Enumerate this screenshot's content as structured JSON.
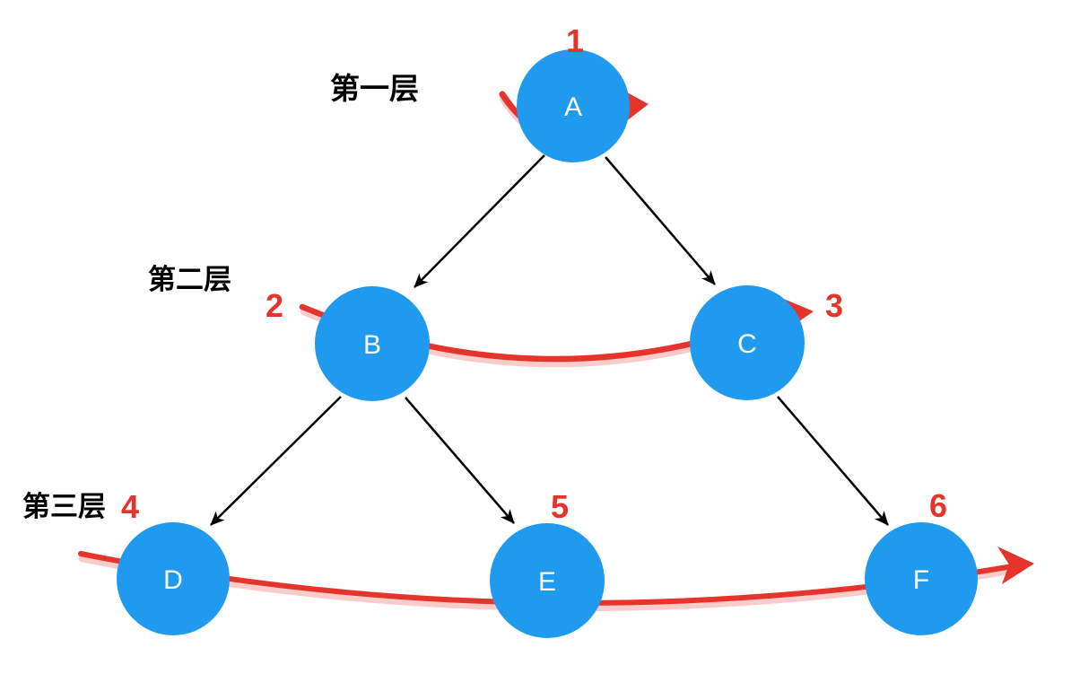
{
  "diagram": {
    "description": "binary-tree level-order traversal",
    "layers": [
      {
        "label": "第一层"
      },
      {
        "label": "第二层"
      },
      {
        "label": "第三层"
      }
    ],
    "nodes": [
      {
        "id": "A",
        "label": "A",
        "order": "1",
        "layer": 1
      },
      {
        "id": "B",
        "label": "B",
        "order": "2",
        "layer": 2
      },
      {
        "id": "C",
        "label": "C",
        "order": "3",
        "layer": 2
      },
      {
        "id": "D",
        "label": "D",
        "order": "4",
        "layer": 3
      },
      {
        "id": "E",
        "label": "E",
        "order": "5",
        "layer": 3
      },
      {
        "id": "F",
        "label": "F",
        "order": "6",
        "layer": 3
      }
    ],
    "edges": [
      {
        "from": "A",
        "to": "B"
      },
      {
        "from": "A",
        "to": "C"
      },
      {
        "from": "B",
        "to": "D"
      },
      {
        "from": "B",
        "to": "E"
      },
      {
        "from": "C",
        "to": "F"
      }
    ]
  },
  "colors": {
    "background": "#FFFFFF",
    "node_fill": "#209AEF",
    "node_text": "#FFFFFF",
    "edge": "#000000",
    "highlight": "#E5342C",
    "layer_label": "#000000"
  }
}
